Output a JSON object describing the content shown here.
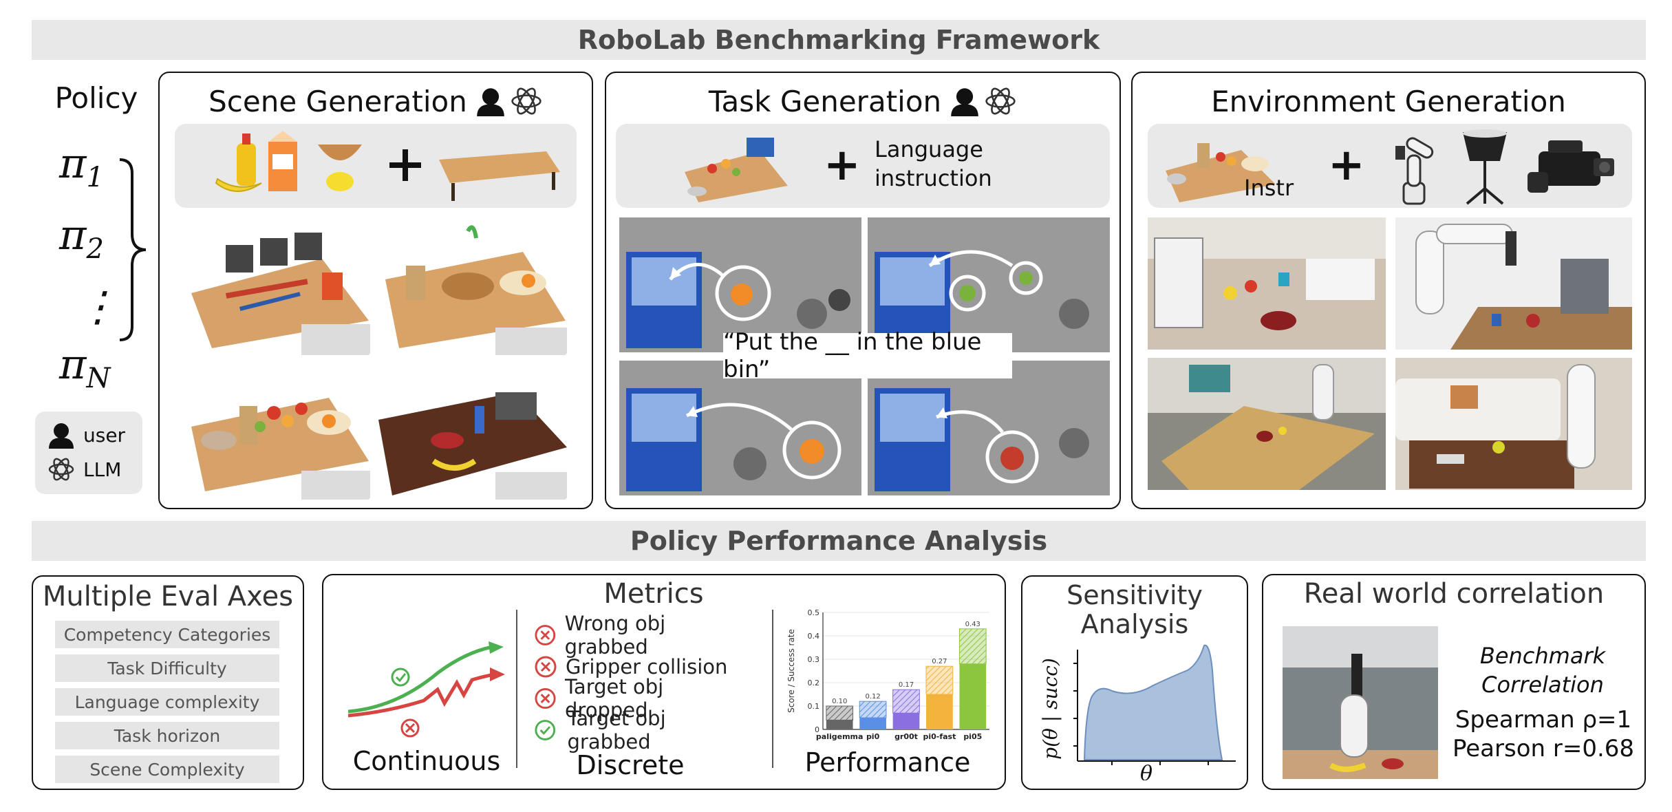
{
  "framework_title": "RoboLab Benchmarking Framework",
  "analysis_title": "Policy Performance Analysis",
  "policy": {
    "label": "Policy",
    "symbols": [
      "π1",
      "π2",
      "⋮",
      "πN"
    ]
  },
  "legend": {
    "user": "user",
    "llm": "LLM"
  },
  "scene_generation": {
    "title": "Scene Generation",
    "icons": [
      "user-icon",
      "llm-icon"
    ],
    "inputs": [
      "banana",
      "mustard-bottle",
      "milk-carton",
      "bowl",
      "lemon",
      "table"
    ]
  },
  "task_generation": {
    "title": "Task Generation",
    "icons": [
      "user-icon",
      "llm-icon"
    ],
    "instruction_label": "Language\ninstruction",
    "caption": "“Put the __ in the blue bin”"
  },
  "environment_generation": {
    "title": "Environment Generation",
    "instr_label": "Instr",
    "icons": [
      "robot-arm-icon",
      "studio-light-icon",
      "camera-icon"
    ]
  },
  "eval_axes": {
    "title": "Multiple Eval Axes",
    "items": [
      "Competency Categories",
      "Task Difficulty",
      "Language complexity",
      "Task horizon",
      "Scene Complexity"
    ]
  },
  "metrics": {
    "title": "Metrics",
    "continuous_label": "Continuous",
    "discrete_label": "Discrete",
    "performance_label": "Performance",
    "discrete_items": [
      {
        "text": "Wrong obj grabbed",
        "status": "fail"
      },
      {
        "text": "Gripper collision",
        "status": "fail"
      },
      {
        "text": "Target obj dropped",
        "status": "fail"
      },
      {
        "text": "Target obj grabbed",
        "status": "success"
      }
    ],
    "colors": {
      "fail": "#d64541",
      "success": "#4caf50"
    }
  },
  "chart_data": {
    "type": "bar",
    "ylabel": "Score / Success rate",
    "ylim": [
      0,
      0.5
    ],
    "yticks": [
      "0",
      "0.1",
      "0.2",
      "0.3",
      "0.4",
      "0.5"
    ],
    "categories": [
      "paligemma",
      "pi0",
      "gr00t",
      "pi0-fast",
      "pi05"
    ],
    "totals": [
      0.1,
      0.12,
      0.17,
      0.27,
      0.43
    ],
    "total_labels": [
      "0.10",
      "0.12",
      "0.17",
      "0.27",
      "0.43"
    ],
    "solid_values": [
      0.04,
      0.05,
      0.07,
      0.15,
      0.28
    ],
    "colors": [
      "#666666",
      "#5b8ee6",
      "#8a6fe0",
      "#f3b33d",
      "#8cc63f"
    ]
  },
  "sensitivity": {
    "title": "Sensitivity\nAnalysis",
    "ylabel": "p(θ | succ)",
    "xlabel": "θ"
  },
  "real_world": {
    "title": "Real world correlation",
    "benchmark_label": "Benchmark\nCorrelation",
    "spearman": "Spearman ρ=1",
    "pearson": "Pearson r=0.68"
  }
}
